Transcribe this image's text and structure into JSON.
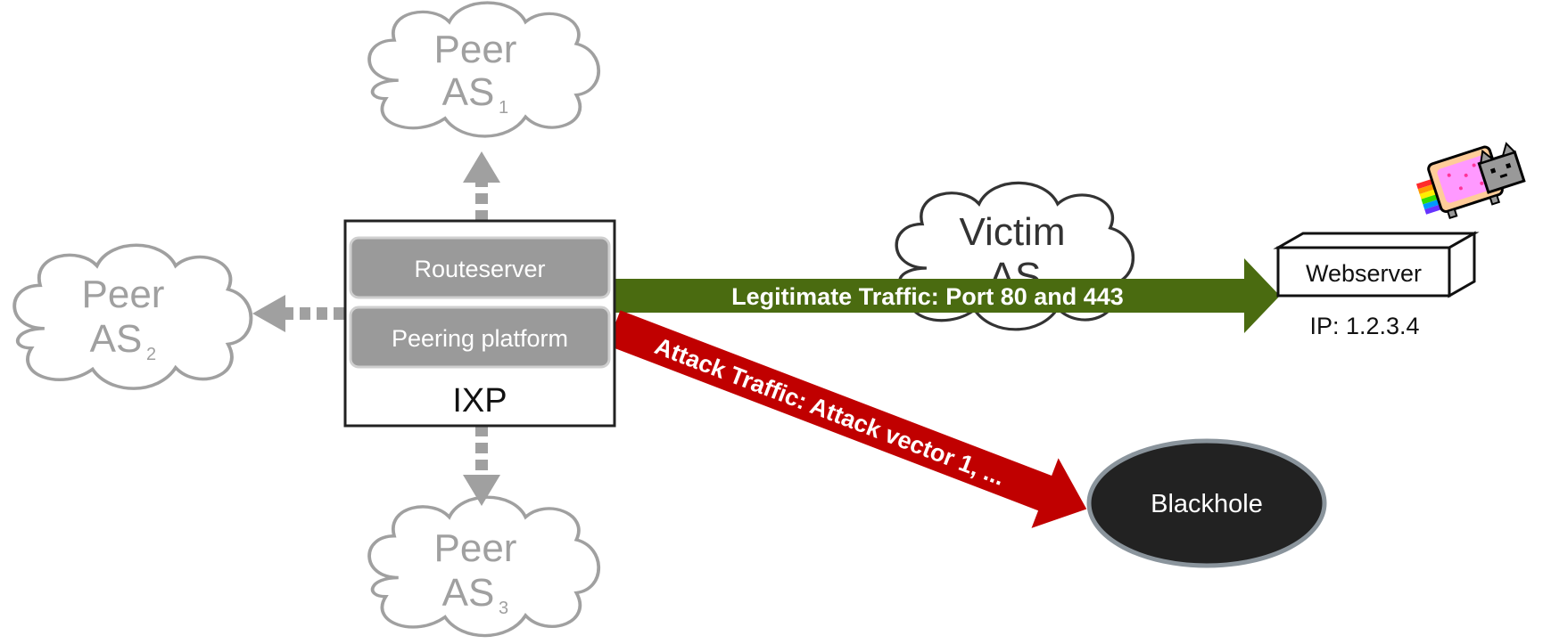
{
  "peers": {
    "peer1": {
      "line1": "Peer",
      "line2": "AS",
      "sub": "1"
    },
    "peer2": {
      "line1": "Peer",
      "line2": "AS",
      "sub": "2"
    },
    "peer3": {
      "line1": "Peer",
      "line2": "AS",
      "sub": "3"
    }
  },
  "victim": {
    "line1": "Victim",
    "line2": "AS"
  },
  "ixp": {
    "label": "IXP",
    "routeserver": "Routeserver",
    "peering_platform": "Peering platform"
  },
  "webserver": {
    "label": "Webserver",
    "ip": "IP: 1.2.3.4"
  },
  "blackhole": {
    "label": "Blackhole"
  },
  "arrows": {
    "legitimate": "Legitimate Traffic: Port 80 and 443",
    "attack": "Attack Traffic: Attack vector 1, ..."
  },
  "colors": {
    "peer_gray": "#a0a0a0",
    "legit_green": "#4a6b10",
    "attack_red": "#c00000",
    "blackhole_fill": "#222222",
    "blackhole_stroke": "#8a949c"
  }
}
